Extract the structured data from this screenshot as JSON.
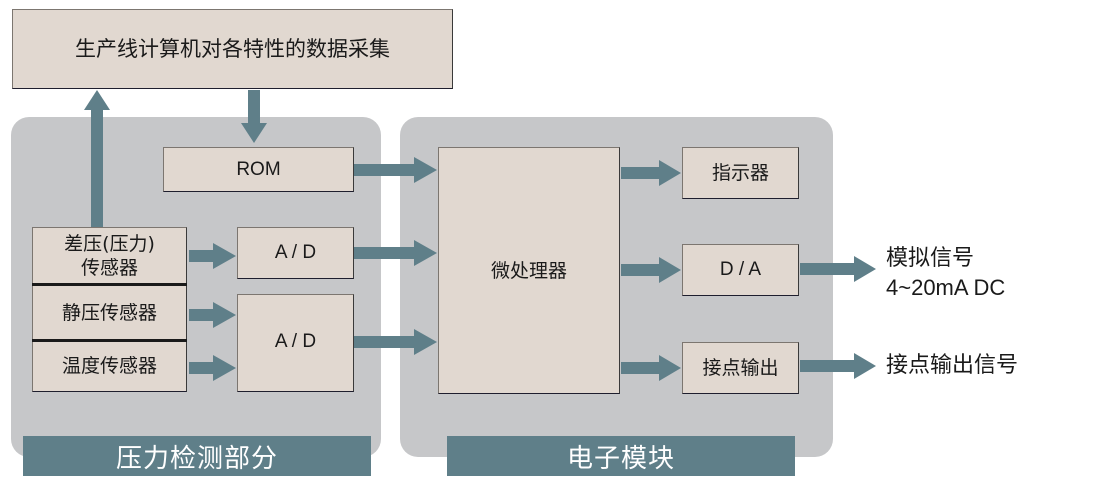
{
  "diagram": {
    "top_box": "生产线计算机对各特性的数据采集",
    "pressure_section": {
      "title": "压力检测部分",
      "rom": "ROM",
      "sensors": [
        {
          "line1": "差压(压力)",
          "line2": "传感器"
        },
        {
          "line1": "静压传感器"
        },
        {
          "line1": "温度传感器"
        }
      ],
      "ad_converters": [
        "A / D",
        "A / D"
      ]
    },
    "electronics_section": {
      "title": "电子模块",
      "microprocessor": "微处理器",
      "indicator": "指示器",
      "da_converter": "D / A",
      "contact_output": "接点输出"
    },
    "outputs": {
      "analog_line1": "模拟信号",
      "analog_line2": "4~20mA DC",
      "contact": "接点输出信号"
    },
    "colors": {
      "panel": "#c6c7c9",
      "box": "#e1d8d0",
      "arrow": "#5f7f89",
      "banner": "#5f7f89"
    }
  }
}
